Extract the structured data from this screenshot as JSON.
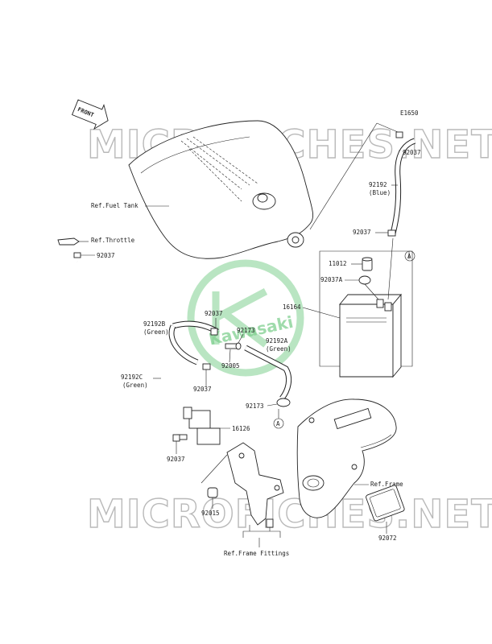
{
  "diagram_code": "E1650",
  "front_badge": "FRONT",
  "watermark_text": "MICROFICHES.NET",
  "logo_text": "Kawasaki",
  "colors": {
    "line": "#222222",
    "watermark": "#b9b9b9",
    "logo_green": "#7fcf8f"
  },
  "labels": {
    "ref_fuel_tank": "Ref.Fuel Tank",
    "ref_throttle": "Ref.Throttle",
    "p92037_a": "92037",
    "p92037_b": "92037",
    "p92037_c": "92037",
    "p92037_d": "92037",
    "p92037_e": "92037",
    "p92037_f": "92037",
    "p92037A": "92037A",
    "p92192": "92192",
    "p92192_color": "(Blue)",
    "p11012": "11012",
    "p16164": "16164",
    "p92192B": "92192B",
    "p92192B_color": "(Green)",
    "p92173_a": "92173",
    "p92173_b": "92173",
    "p92192A": "92192A",
    "p92192A_color": "(Green)",
    "p92005": "92005",
    "p92192C": "92192C",
    "p92192C_color": "(Green)",
    "p16126": "16126",
    "ref_frame": "Ref.Frame",
    "p92015": "92015",
    "p92072": "92072",
    "ref_frame_fittings": "Ref.Frame Fittings",
    "callout_a_top": "A",
    "callout_a_bottom": "A"
  }
}
